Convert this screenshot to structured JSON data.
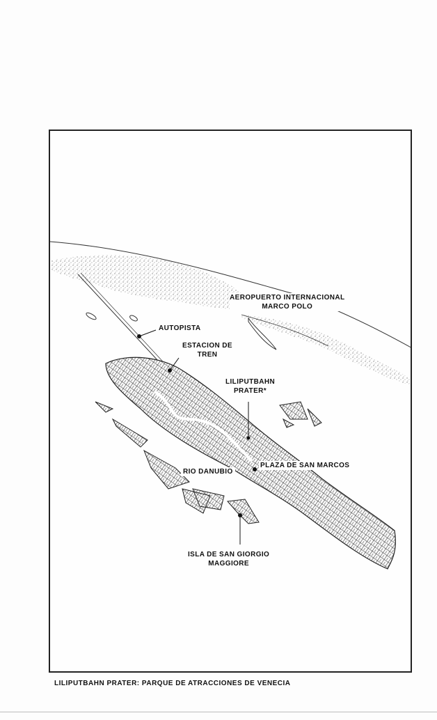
{
  "map": {
    "labels": {
      "airport": [
        "AEROPUERTO INTERNACIONAL",
        "MARCO POLO"
      ],
      "highway": "AUTOPISTA",
      "station": [
        "ESTACION DE",
        "TREN"
      ],
      "liliputbahn": [
        "LILIPUTBAHN",
        "PRATER*"
      ],
      "plaza": "PLAZA DE SAN MARCOS",
      "river": "RIO DANUBIO",
      "island": [
        "ISLA DE SAN GIORGIO",
        "MAGGIORE"
      ]
    }
  },
  "caption": "LILIPUTBAHN PRATER: PARQUE DE ATRACCIONES DE VENECIA"
}
